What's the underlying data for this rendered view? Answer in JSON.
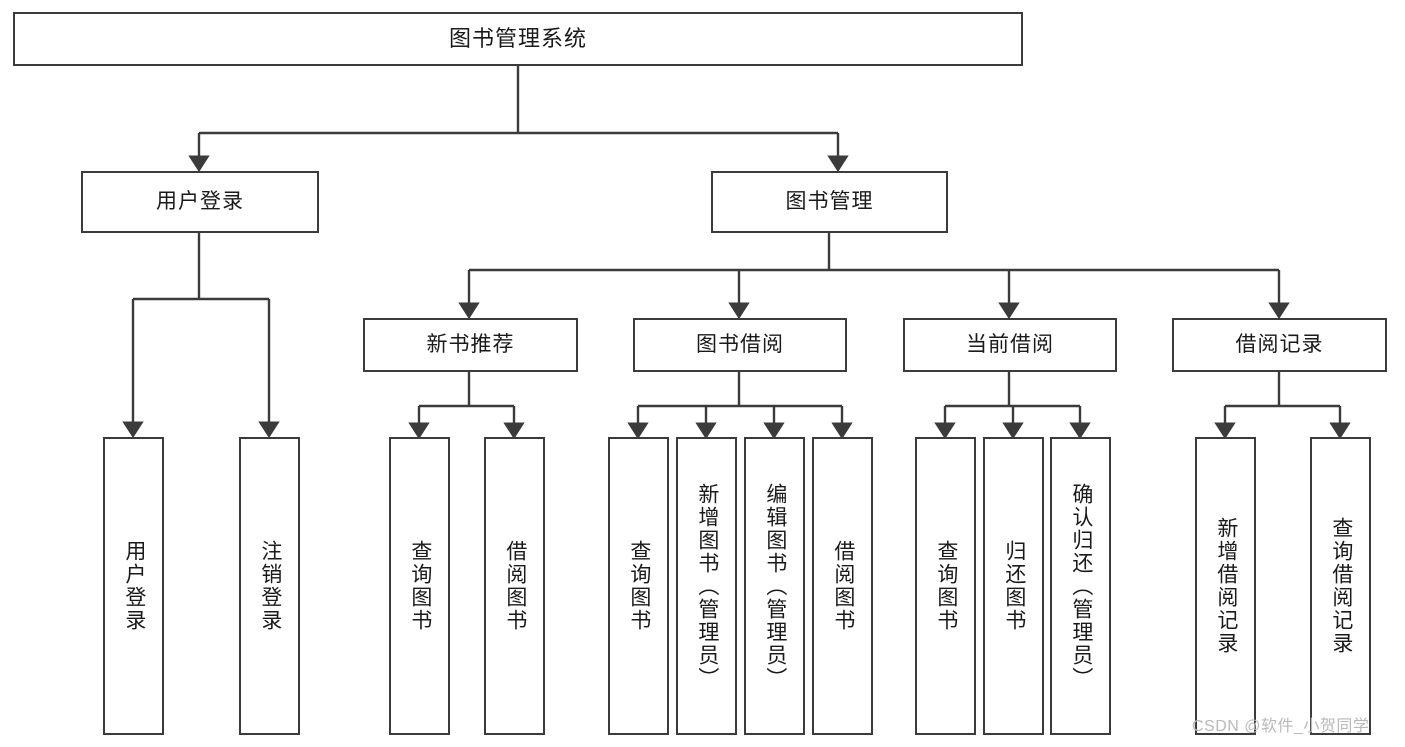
{
  "diagram": {
    "title": "图书管理系统",
    "type": "tree-hierarchy-chart",
    "root": {
      "label": "图书管理系统"
    },
    "level2": [
      {
        "label": "用户登录"
      },
      {
        "label": "图书管理"
      }
    ],
    "level3": [
      {
        "label": "新书推荐"
      },
      {
        "label": "图书借阅"
      },
      {
        "label": "当前借阅"
      },
      {
        "label": "借阅记录"
      }
    ],
    "leaves": {
      "user_login": [
        {
          "label": "用户登录"
        },
        {
          "label": "注销登录"
        }
      ],
      "new_book_recommend": [
        {
          "label": "查询图书"
        },
        {
          "label": "借阅图书"
        }
      ],
      "book_borrow": [
        {
          "label": "查询图书"
        },
        {
          "label": "新增图书（管理员）"
        },
        {
          "label": "编辑图书（管理员）"
        },
        {
          "label": "借阅图书"
        }
      ],
      "current_borrow": [
        {
          "label": "查询图书"
        },
        {
          "label": "归还图书"
        },
        {
          "label": "确认归还（管理员）"
        }
      ],
      "borrow_record": [
        {
          "label": "新增借阅记录"
        },
        {
          "label": "查询借阅记录"
        }
      ]
    }
  },
  "watermark": {
    "text": "CSDN @软件_小贺同学"
  },
  "colors": {
    "stroke": "#3b3b3b",
    "background": "#ffffff",
    "text": "#1a1a1a",
    "watermark": "#b9b9b9"
  }
}
